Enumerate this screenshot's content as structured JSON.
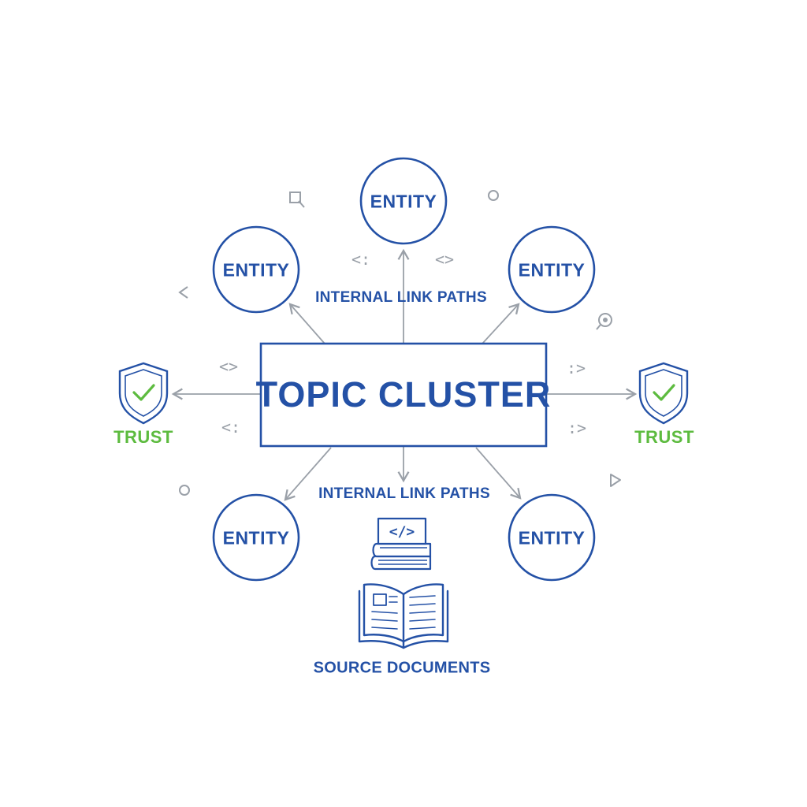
{
  "hub": {
    "label": "TOPIC CLUSTER"
  },
  "entities": [
    {
      "id": "top",
      "label": "ENTITY"
    },
    {
      "id": "upper-left",
      "label": "ENTITY"
    },
    {
      "id": "upper-right",
      "label": "ENTITY"
    },
    {
      "id": "lower-left",
      "label": "ENTITY"
    },
    {
      "id": "lower-right",
      "label": "ENTITY"
    }
  ],
  "link_labels": {
    "upper": "INTERNAL LINK PATHS",
    "lower": "INTERNAL LINK PATHS"
  },
  "trust": {
    "left": "TRUST",
    "right": "TRUST"
  },
  "source": {
    "label": "SOURCE DOCUMENTS"
  },
  "code_glyphs": {
    "top_left": "<:",
    "top_right": "<>",
    "left_chevron": "<",
    "mid_left_upper": "<>",
    "mid_left_lower": "<:",
    "mid_right_upper": ":>",
    "mid_right_lower": ":>",
    "book_tag": "</>"
  },
  "icons": [
    "magnifier-icon",
    "circle-icon",
    "shield-check-icon",
    "stacked-books-icon",
    "open-book-icon",
    "play-icon",
    "chevron-icon",
    "code-brackets-icon"
  ],
  "colors": {
    "primary": "#2451a6",
    "trust": "#5dbb3f",
    "connector": "#9aa0a8",
    "background": "#ffffff"
  }
}
